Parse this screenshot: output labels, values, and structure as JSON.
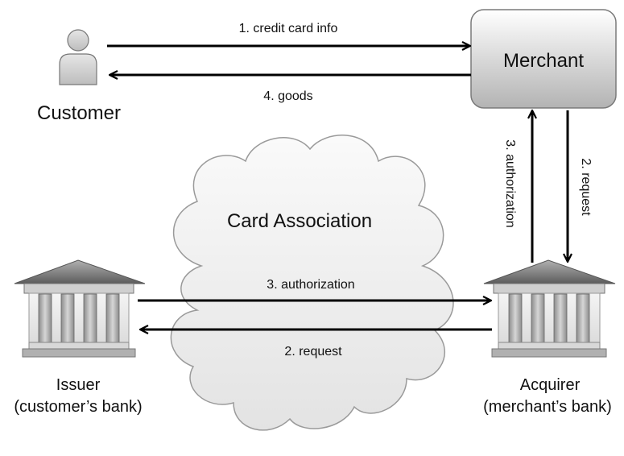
{
  "actors": {
    "customer": {
      "label": "Customer",
      "icon": "person-icon"
    },
    "merchant": {
      "label": "Merchant"
    },
    "network": {
      "label": "Card Association",
      "icon": "cloud-shape"
    },
    "issuer": {
      "label_line1": "Issuer",
      "label_line2": "(customer’s bank)",
      "icon": "bank-icon"
    },
    "acquirer": {
      "label_line1": "Acquirer",
      "label_line2": "(merchant’s bank)",
      "icon": "bank-icon"
    }
  },
  "flows": {
    "credit_card_info": "1. credit card info",
    "goods": "4. goods",
    "request_to_acquirer": "2. request",
    "authorization_to_merchant": "3. authorization",
    "authorization_to_acquirer": "3. authorization",
    "request_to_issuer": "2. request"
  },
  "colors": {
    "arrow": "#000000",
    "icon_gray_light": "#d8d8d8",
    "icon_gray_dark": "#808080",
    "merchant_fill_top": "#ffffff",
    "merchant_fill_bottom": "#b5b5b5"
  }
}
